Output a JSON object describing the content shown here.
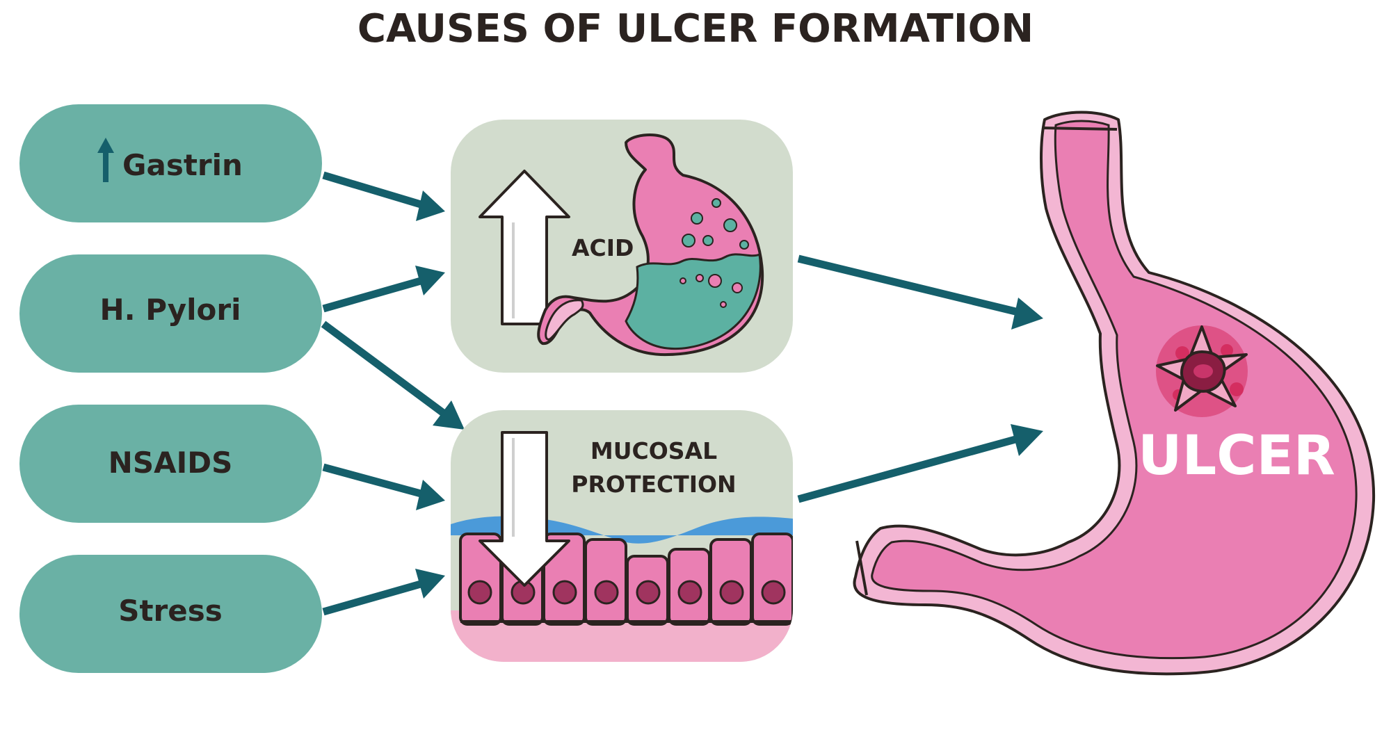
{
  "title": "CAUSES OF ULCER FORMATION",
  "causes": [
    {
      "label": "Gastrin",
      "prefix_icon": "up-arrow-icon"
    },
    {
      "label": "H. Pylori"
    },
    {
      "label": "NSAIDS"
    },
    {
      "label": "Stress"
    }
  ],
  "acid_box": {
    "label": "ACID",
    "icon": "large-up-arrow-icon"
  },
  "mucosal_box": {
    "line1": "MUCOSAL",
    "line2": "PROTECTION",
    "icon": "large-down-arrow-icon"
  },
  "result": {
    "label": "ULCER"
  },
  "colors": {
    "pill": "#6ab1a5",
    "arrow": "#155f6b",
    "panel": "#d2dccd",
    "stomach_pink": "#ea7fb3",
    "stomach_light": "#f3b6d3",
    "acid_teal": "#5cb1a2",
    "mucus_blue": "#4b9ad9",
    "ulcer_red": "#d42e60"
  }
}
